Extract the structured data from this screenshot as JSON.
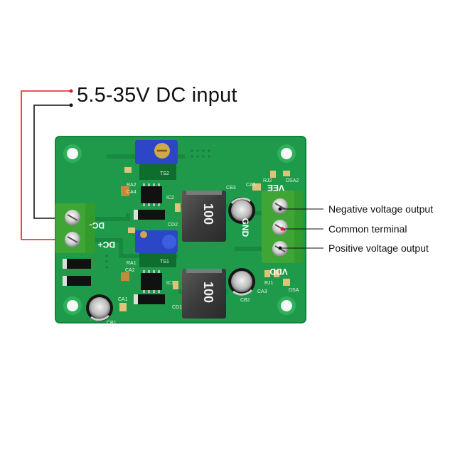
{
  "heading": "5.5-35V DC input",
  "callouts": {
    "negative": "Negative voltage output",
    "common": "Common terminal",
    "positive": "Positive voltage output"
  },
  "silkscreen": {
    "dc_minus": "DC-",
    "dc_plus": "DC+",
    "vee": "VEE",
    "gnd": "GND",
    "vdd": "VDD",
    "inductor_top": "100",
    "inductor_bottom": "100",
    "ts1": "TS1",
    "ts2": "TS2",
    "ic1": "IC1",
    "ic2": "IC2",
    "ra1": "RA1",
    "ra2": "RA2",
    "ca1": "CA1",
    "ca2": "CA2",
    "ca3": "CA3",
    "ca4": "CA4",
    "ca5": "CA5",
    "cb1": "CB1",
    "cb2": "CB2",
    "cb3": "CB3",
    "cd1": "CD1",
    "cd2": "CD2",
    "rj1": "RJ1",
    "rj2": "RJ2",
    "dsa": "DSA",
    "dsa2": "DSA2"
  },
  "colors": {
    "pcb": "#1f9a4a",
    "pcb_dark": "#137a37",
    "terminal": "#3fa535",
    "wire_red": "#e01b24",
    "wire_black": "#111111",
    "trimmer_blue": "#2b47c8"
  }
}
